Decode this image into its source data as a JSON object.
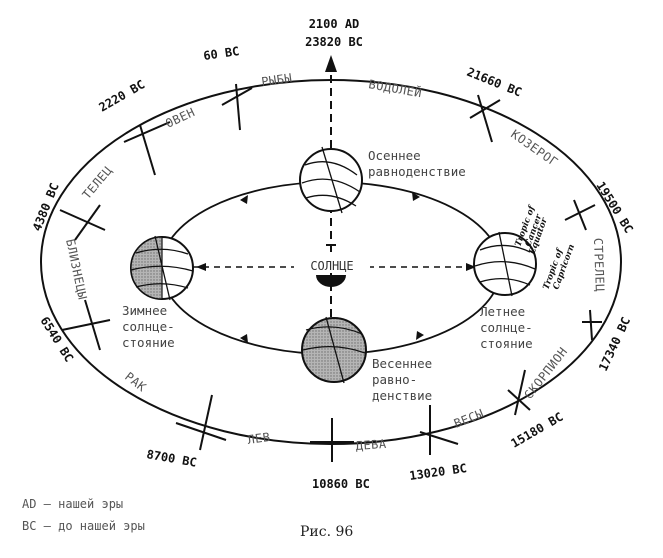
{
  "zodiac": {
    "ryby": "РЫБЫ",
    "oven": "ОВЕН",
    "telets": "ТЕЛЕЦ",
    "bliznetsy": "БЛИЗНЕЦЫ",
    "rak": "РАК",
    "lev": "ЛЕВ",
    "deva": "ДЕВА",
    "vesy": "ВЕСЫ",
    "skorpion": "СКОРПИОН",
    "strelets": "СТРЕЛЕЦ",
    "kozerog": "КОЗЕРОГ",
    "vodoley": "ВОДОЛЕЙ"
  },
  "dates": {
    "top_ad": "2100 AD",
    "top_bc": "23820 BC",
    "d60": "60 BC",
    "d2220": "2220 BC",
    "d4380": "4380 BC",
    "d6540": "6540 BC",
    "d8700": "8700 BC",
    "d10860": "10860 BC",
    "d13020": "13020 BC",
    "d15180": "15180 BC",
    "d17340": "17340 BC",
    "d19500": "19500 BC",
    "d21660": "21660 BC"
  },
  "seasons": {
    "autumn_1": "Осеннее",
    "autumn_2": "равноденствие",
    "winter_1": "Зимнее",
    "winter_2": "солнце-",
    "winter_3": "стояние",
    "summer_1": "Летнее",
    "summer_2": "солнце-",
    "summer_3": "стояние",
    "spring_1": "Весеннее",
    "spring_2": "равно-",
    "spring_3": "денствие"
  },
  "sun_label": "СОЛНЦЕ",
  "tropics": {
    "cancer_1": "Tropic of",
    "cancer_2": "Cancer",
    "equator": "Equator",
    "capricorn_1": "Tropic of",
    "capricorn_2": "Capricorn"
  },
  "legend": {
    "ad": "AD – нашей эры",
    "bc": "BC – до нашей эры"
  },
  "caption": "Рис. 96",
  "colors": {
    "ink": "#111111",
    "shade": "#9a9a9a",
    "text_gray": "#555555"
  }
}
